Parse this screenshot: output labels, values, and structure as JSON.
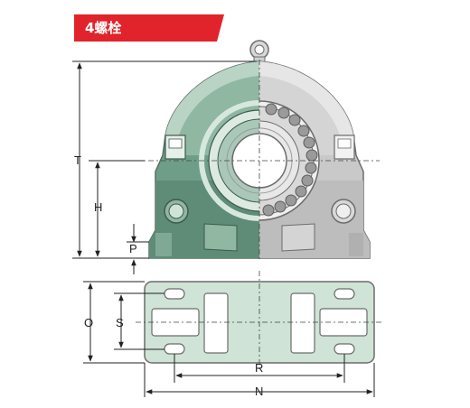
{
  "header": {
    "tag_label": "4螺栓"
  },
  "dimensions": {
    "T": "T",
    "H": "H",
    "P": "P",
    "O": "O",
    "S": "S",
    "R": "R",
    "N": "N"
  },
  "colors": {
    "tag_red": "#e1242b",
    "housing_green": "#6f9e88",
    "housing_green_light": "#b9d3c5",
    "housing_green_mid": "#8fb7a2",
    "housing_gray": "#c9c9c9",
    "housing_gray_light": "#e6e6e6",
    "housing_gray_dark": "#9a9a9a",
    "base_fill": "#cfe3d6",
    "outline": "#6c6c6c",
    "dim_line": "#222222"
  }
}
